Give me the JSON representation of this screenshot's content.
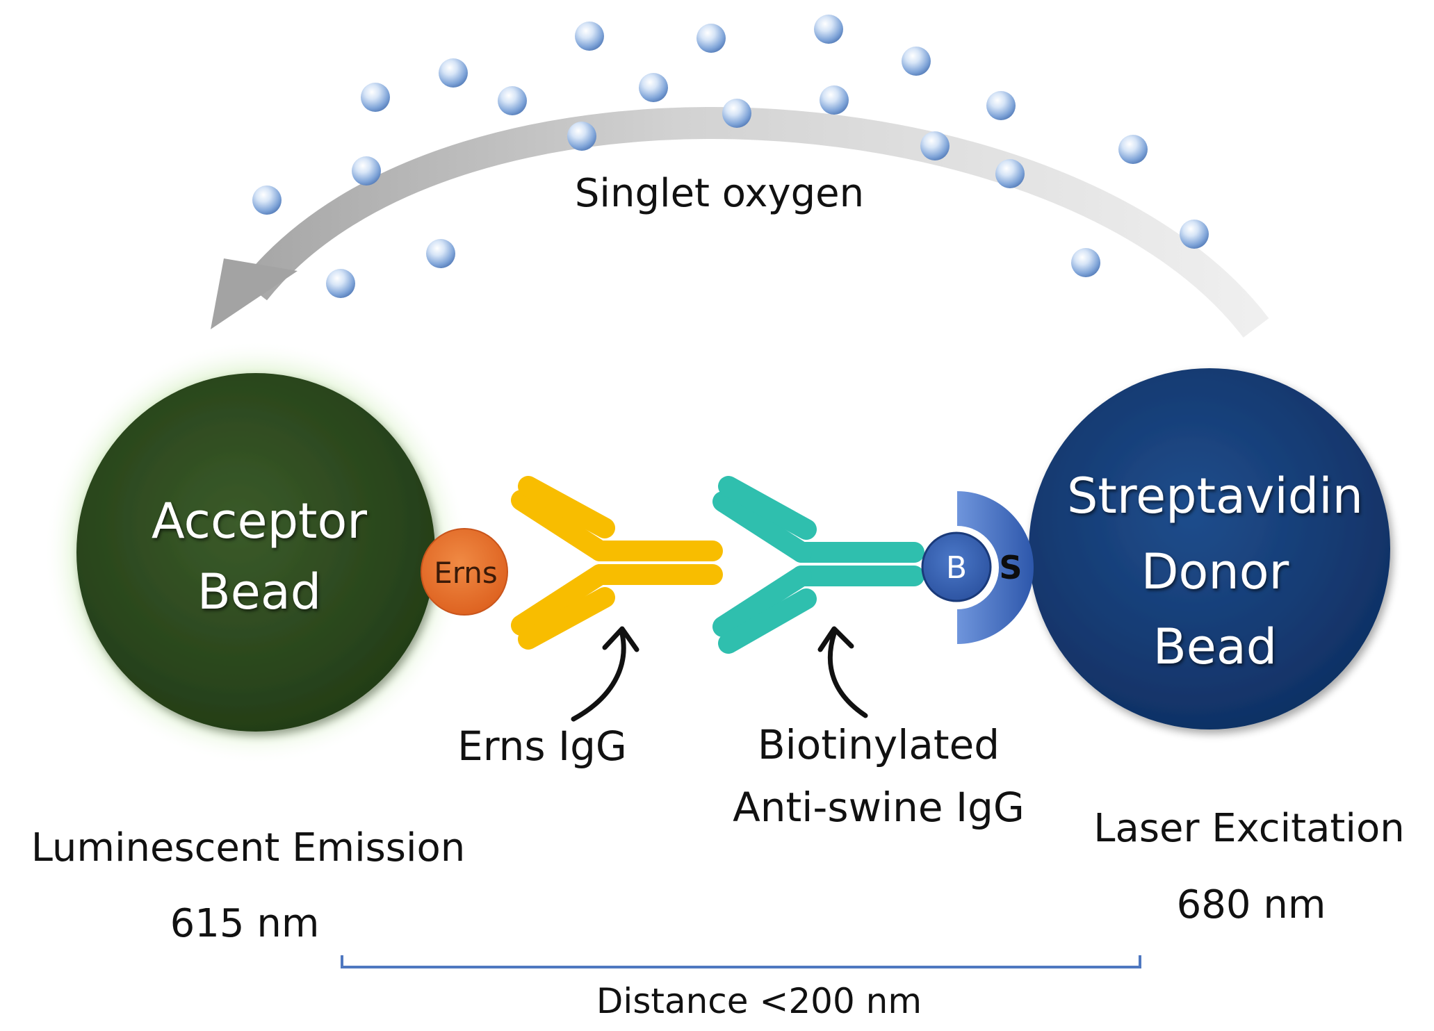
{
  "labels": {
    "singlet_oxygen": "Singlet oxygen",
    "acceptor_bead": "Acceptor Bead",
    "donor_bead": "Streptavidin Donor Bead",
    "erns_antigen": "Erns",
    "biotin": "B",
    "streptavidin": "S",
    "erns_igg": "Erns IgG",
    "biotinylated_line1": "Biotinylated",
    "biotinylated_line2": "Anti-swine IgG",
    "luminescent_emission": "Luminescent Emission",
    "emission_wavelength": "615 nm",
    "laser_excitation": "Laser Excitation",
    "excitation_wavelength": "680 nm",
    "distance": "Distance <200 nm"
  },
  "colors": {
    "acceptor_bead": "#2d4a1e",
    "acceptor_glow": "#7ed04a",
    "donor_bead": "#173d78",
    "erns_antigen": "#e8742e",
    "erns_igg": "#f8bd00",
    "anti_swine_igg": "#2fbfae",
    "biotin": "#3a64b6",
    "streptavidin": "#3d6ac4",
    "arrow_gray": "#a9a9a9",
    "oxygen_sphere": "#8fb2e0",
    "distance_bracket": "#4f78c0"
  }
}
